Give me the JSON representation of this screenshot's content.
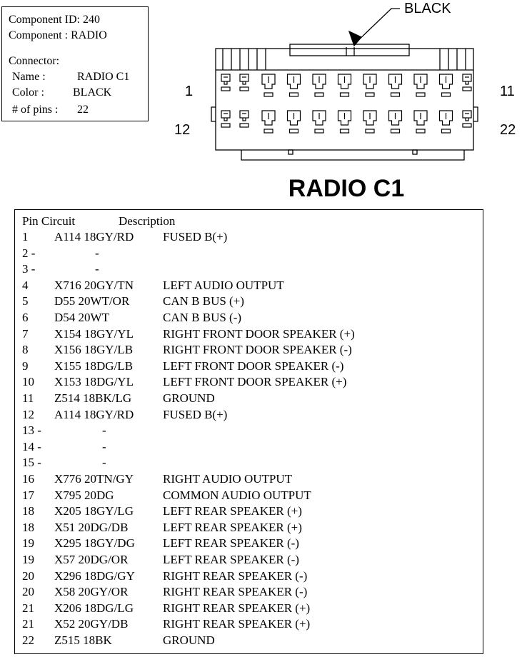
{
  "info": {
    "component_id": "Component ID: 240",
    "component": "Component : RADIO",
    "connector_heading": "Connector:",
    "name_label": "Name :",
    "name_value": "RADIO C1",
    "color_label": "Color :",
    "color_value": "BLACK",
    "pins_label": "# of pins :",
    "pins_value": "22"
  },
  "connector": {
    "title": "RADIO C1",
    "color_callout": "BLACK",
    "pin_labels": {
      "top_left": "1",
      "top_right": "11",
      "bottom_left": "12",
      "bottom_right": "22"
    }
  },
  "table": {
    "header": {
      "pin_circuit": "Pin Circuit",
      "description": "Description"
    },
    "rows": [
      {
        "pin": "1",
        "circuit": "A114 18GY/RD",
        "description": "FUSED B(+)"
      },
      {
        "pin": "2 -",
        "circuit": "-",
        "description": ""
      },
      {
        "pin": "3 -",
        "circuit": "-",
        "description": ""
      },
      {
        "pin": "4",
        "circuit": "X716 20GY/TN",
        "description": "LEFT AUDIO OUTPUT"
      },
      {
        "pin": "5",
        "circuit": "D55 20WT/OR",
        "description": "CAN B BUS (+)"
      },
      {
        "pin": "6",
        "circuit": "D54 20WT",
        "description": "CAN B BUS (-)"
      },
      {
        "pin": "7",
        "circuit": "X154 18GY/YL",
        "description": "RIGHT FRONT DOOR SPEAKER (+)"
      },
      {
        "pin": "8",
        "circuit": "X156 18GY/LB",
        "description": "RIGHT FRONT DOOR SPEAKER (-)"
      },
      {
        "pin": "9",
        "circuit": "X155 18DG/LB",
        "description": "LEFT FRONT DOOR SPEAKER (-)"
      },
      {
        "pin": "10",
        "circuit": "X153 18DG/YL",
        "description": "LEFT FRONT DOOR SPEAKER (+)"
      },
      {
        "pin": "11",
        "circuit": "Z514 18BK/LG",
        "description": "GROUND"
      },
      {
        "pin": "12",
        "circuit": "A114 18GY/RD",
        "description": "FUSED B(+)"
      },
      {
        "pin": "13 -",
        "circuit": "-",
        "description": ""
      },
      {
        "pin": "14 -",
        "circuit": "-",
        "description": ""
      },
      {
        "pin": "15 -",
        "circuit": "-",
        "description": ""
      },
      {
        "pin": "16",
        "circuit": "X776 20TN/GY",
        "description": "RIGHT AUDIO OUTPUT"
      },
      {
        "pin": "17",
        "circuit": "X795 20DG",
        "description": "COMMON AUDIO OUTPUT"
      },
      {
        "pin": "18",
        "circuit": "X205 18GY/LG",
        "description": "LEFT REAR SPEAKER (+)"
      },
      {
        "pin": "18",
        "circuit": "X51 20DG/DB",
        "description": "LEFT REAR SPEAKER (+)"
      },
      {
        "pin": "19",
        "circuit": "X295 18GY/DG",
        "description": "LEFT REAR SPEAKER (-)"
      },
      {
        "pin": "19",
        "circuit": "X57 20DG/OR",
        "description": "LEFT REAR SPEAKER (-)"
      },
      {
        "pin": "20",
        "circuit": "X296 18DG/GY",
        "description": "RIGHT REAR SPEAKER (-)"
      },
      {
        "pin": "20",
        "circuit": "X58 20GY/OR",
        "description": "RIGHT REAR SPEAKER (-)"
      },
      {
        "pin": "21",
        "circuit": "X206 18DG/LG",
        "description": "RIGHT REAR SPEAKER (+)"
      },
      {
        "pin": "21",
        "circuit": "X52 20GY/DB",
        "description": "RIGHT REAR SPEAKER (+)"
      },
      {
        "pin": "22",
        "circuit": "Z515 18BK",
        "description": "GROUND"
      }
    ]
  }
}
